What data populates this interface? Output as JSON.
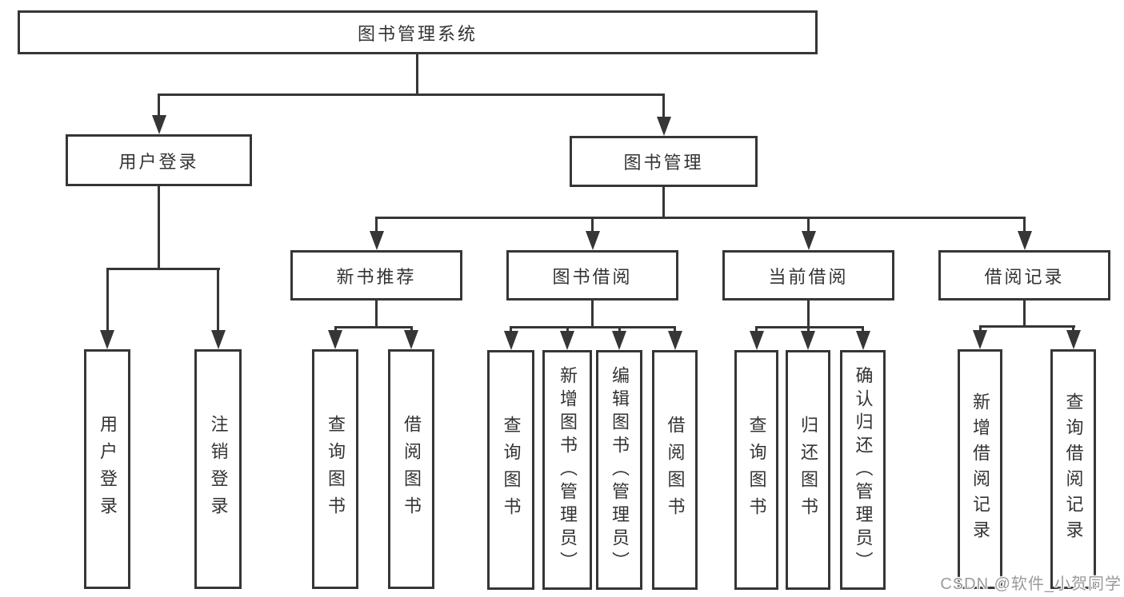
{
  "colors": {
    "line": "#363636",
    "text": "#333333",
    "background": "#ffffff",
    "watermark": "#9a9a9a"
  },
  "watermark": {
    "text": "CSDN @软件_小贺同学"
  },
  "root": {
    "label": "图书管理系统",
    "children": [
      {
        "label": "用户登录",
        "children": [
          {
            "label": "用户登录"
          },
          {
            "label": "注销登录"
          }
        ]
      },
      {
        "label": "图书管理",
        "children": [
          {
            "label": "新书推荐",
            "children": [
              {
                "label": "查询图书"
              },
              {
                "label": "借阅图书"
              }
            ]
          },
          {
            "label": "图书借阅",
            "children": [
              {
                "label": "查询图书"
              },
              {
                "label": "新增图书（管理员）"
              },
              {
                "label": "编辑图书（管理员）"
              },
              {
                "label": "借阅图书"
              }
            ]
          },
          {
            "label": "当前借阅",
            "children": [
              {
                "label": "查询图书"
              },
              {
                "label": "归还图书"
              },
              {
                "label": "确认归还（管理员）"
              }
            ]
          },
          {
            "label": "借阅记录",
            "children": [
              {
                "label": "新增借阅记录"
              },
              {
                "label": "查询借阅记录"
              }
            ]
          }
        ]
      }
    ]
  }
}
